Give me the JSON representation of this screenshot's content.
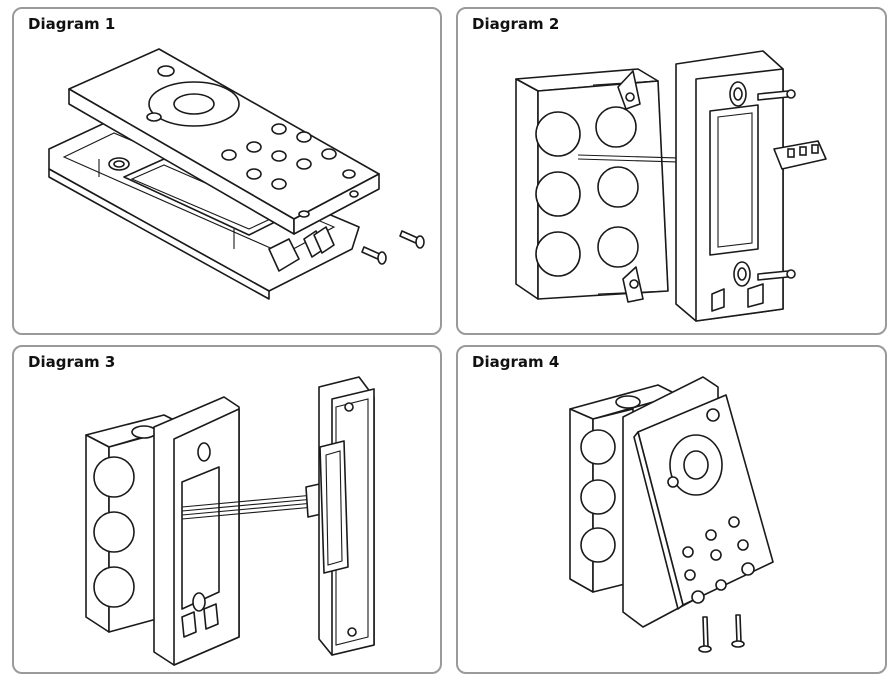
{
  "panels": [
    {
      "title": "Diagram 1"
    },
    {
      "title": "Diagram 2"
    },
    {
      "title": "Diagram 3"
    },
    {
      "title": "Diagram 4"
    }
  ],
  "colors": {
    "border": "#9a9a9a",
    "line": "#1a1a1a"
  }
}
